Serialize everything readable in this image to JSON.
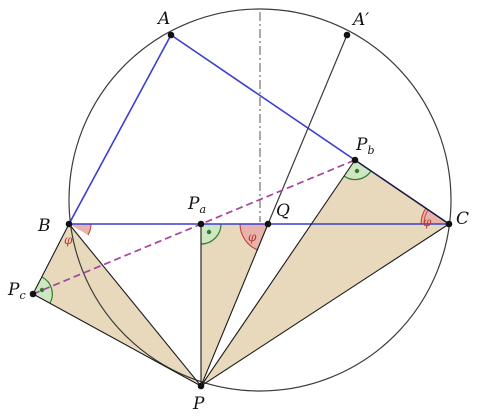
{
  "labels": {
    "A": "A",
    "A_prime": "A′",
    "B": "B",
    "C": "C",
    "Q": "Q",
    "P": "P",
    "Pa_main": "P",
    "Pa_sub": "a",
    "Pb_main": "P",
    "Pb_sub": "b",
    "Pc_main": "P",
    "Pc_sub": "c"
  },
  "angle_symbol": "φ",
  "colors": {
    "circle": "#3a3a3a",
    "triangle": "#3b3fd1",
    "simson_line": "#a4449e",
    "fill": "#e8d9bd",
    "right_angle": "#cfe6c2",
    "right_angle_edge": "#2e7d32",
    "phi_arc": "#c0392b",
    "phi_fill": "#e7b3ab",
    "axis": "#555555",
    "ink": "#111111"
  }
}
